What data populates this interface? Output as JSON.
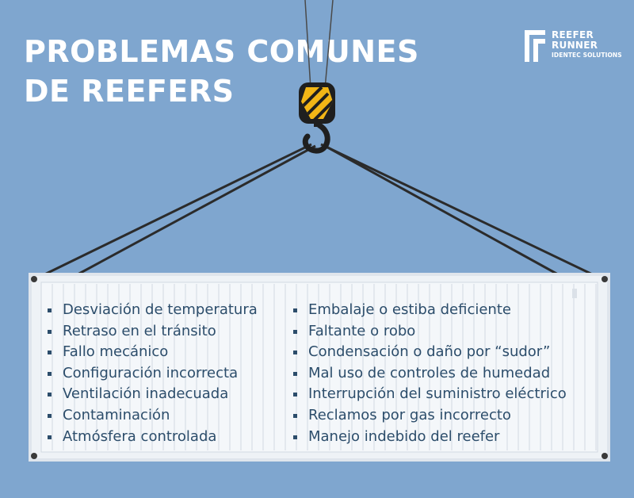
{
  "title": {
    "line1": "PROBLEMAS COMUNES",
    "line2": "DE REEFERS"
  },
  "logo": {
    "line1": "REEFER",
    "line2": "RUNNER",
    "line3": "IDENTEC SOLUTIONS"
  },
  "colors": {
    "background": "#7fa6cf",
    "title_text": "#ffffff",
    "list_text": "#2c4d6b",
    "container": "#eef2f6",
    "hook_yellow": "#f2b616",
    "cable": "#2b2b2b"
  },
  "icons": [
    "crane-hook-icon",
    "reefer-container-icon",
    "logo-mark-icon"
  ],
  "problems": {
    "left": [
      "Desviación de temperatura",
      "Retraso en el tránsito",
      "Fallo mecánico",
      "Configuración incorrecta",
      "Ventilación inadecuada",
      "Contaminación",
      "Atmósfera controlada"
    ],
    "right": [
      "Embalaje o estiba deficiente",
      "Faltante o robo",
      "Condensación o daño por “sudor”",
      "Mal uso de controles de humedad",
      "Interrupción del suministro eléctrico",
      "Reclamos por gas incorrecto",
      "Manejo indebido del reefer"
    ]
  }
}
